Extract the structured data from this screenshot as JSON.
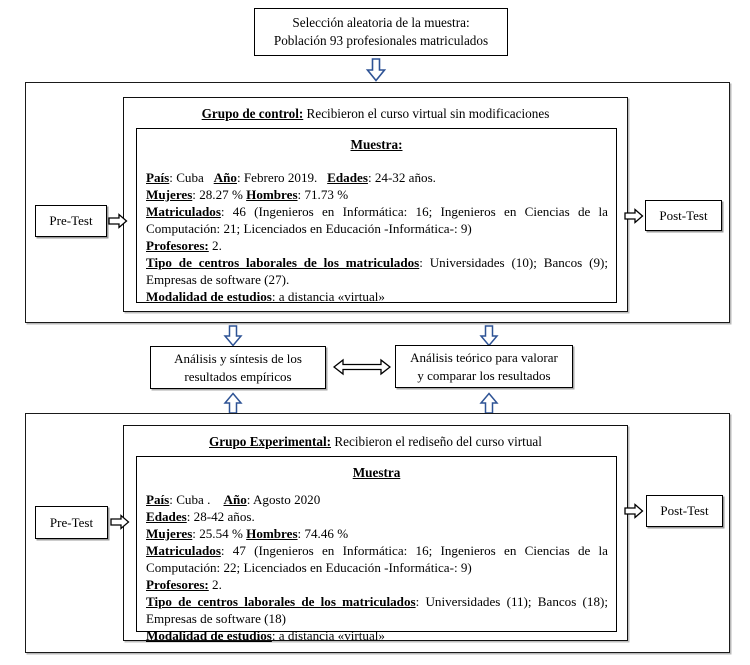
{
  "selection": {
    "line1": "Selección aleatoria de la muestra:",
    "line2": "Población 93 profesionales matriculados"
  },
  "control": {
    "group_title_bold": "Grupo  de control:",
    "group_title_rest": " Recibieron el curso virtual sin modificaciones",
    "sample_title": "Muestra:",
    "pretest_label": "Pre-Test",
    "posttest_label": "Post-Test",
    "fields": {
      "pais_label": "País",
      "pais_value": ": Cuba",
      "anio_label": "Año",
      "anio_value": ": Febrero 2019.",
      "edades_label": "Edades",
      "edades_value": ": 24-32 años.",
      "mujeres_label": "Mujeres",
      "mujeres_value": ": 28.27 %",
      "hombres_label": "Hombres",
      "hombres_value": ": 71.73 %",
      "matriculados_label": "Matriculados",
      "matriculados_value": ": 46 (Ingenieros en Informática: 16; Ingenieros en Ciencias de la Computación: 21; Licenciados en Educación -Informática-: 9)",
      "profesores_label": "Profesores:",
      "profesores_value": " 2.",
      "centros_label": "Tipo de centros laborales de los matriculados",
      "centros_value": ": Universidades (10); Bancos (9); Empresas de software (27).",
      "modalidad_label": "Modalidad de estudios",
      "modalidad_value": ": a distancia «virtual»"
    }
  },
  "experimental": {
    "group_title_bold": "Grupo  Experimental:",
    "group_title_rest": " Recibieron el rediseño del curso virtual",
    "sample_title": "Muestra",
    "pretest_label": "Pre-Test",
    "posttest_label": "Post-Test",
    "fields": {
      "pais_label": "País",
      "pais_value": ": Cuba .",
      "anio_label": "Año",
      "anio_value": ": Agosto 2020",
      "edades_label": "Edades",
      "edades_value": ": 28-42 años.",
      "mujeres_label": "Mujeres",
      "mujeres_value": ": 25.54 %",
      "hombres_label": "Hombres",
      "hombres_value": ": 74.46 %",
      "matriculados_label": "Matriculados",
      "matriculados_value": ": 47 (Ingenieros en Informática: 16; Ingenieros en Ciencias de la Computación: 22; Licenciados en Educación -Informática-: 9)",
      "profesores_label": "Profesores:",
      "profesores_value": " 2.",
      "centros_label": "Tipo de centros laborales de los matriculados",
      "centros_value": ": Universidades (11); Bancos (18); Empresas de software (18)",
      "modalidad_label": "Modalidad de estudios",
      "modalidad_value": ": a distancia «virtual»"
    }
  },
  "analysis": {
    "empirical_line1": "Análisis y síntesis de los",
    "empirical_line2": "resultados empíricos",
    "theoretic_line1": "Análisis teórico para valorar",
    "theoretic_line2": "y comparar los resultados"
  },
  "colors": {
    "arrow_blue": "#2e5395",
    "arrow_black": "#000000",
    "border": "#000000",
    "background": "#ffffff"
  }
}
